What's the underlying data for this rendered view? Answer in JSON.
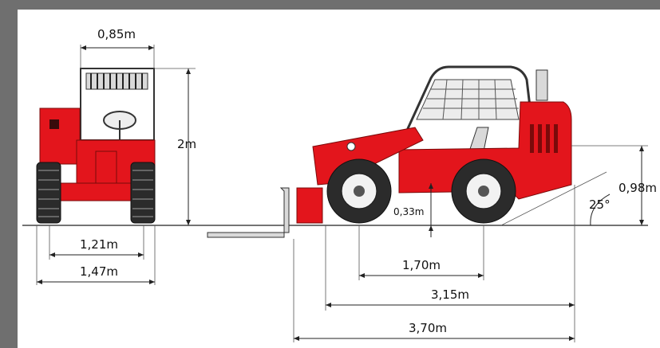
{
  "diagram": {
    "dimensions": {
      "cab_width": "0,85m",
      "height": "2m",
      "track_width": "1,21m",
      "overall_width": "1,47m",
      "ground_clearance": "0,33m",
      "wheelbase": "1,70m",
      "length_to_fork_heel": "3,15m",
      "overall_length": "3,70m",
      "rear_height": "0,98m",
      "departure_angle": "25°"
    },
    "colors": {
      "machine_body": "#e3151c",
      "frame_border": "#6f6f6f",
      "background": "#ffffff"
    }
  }
}
